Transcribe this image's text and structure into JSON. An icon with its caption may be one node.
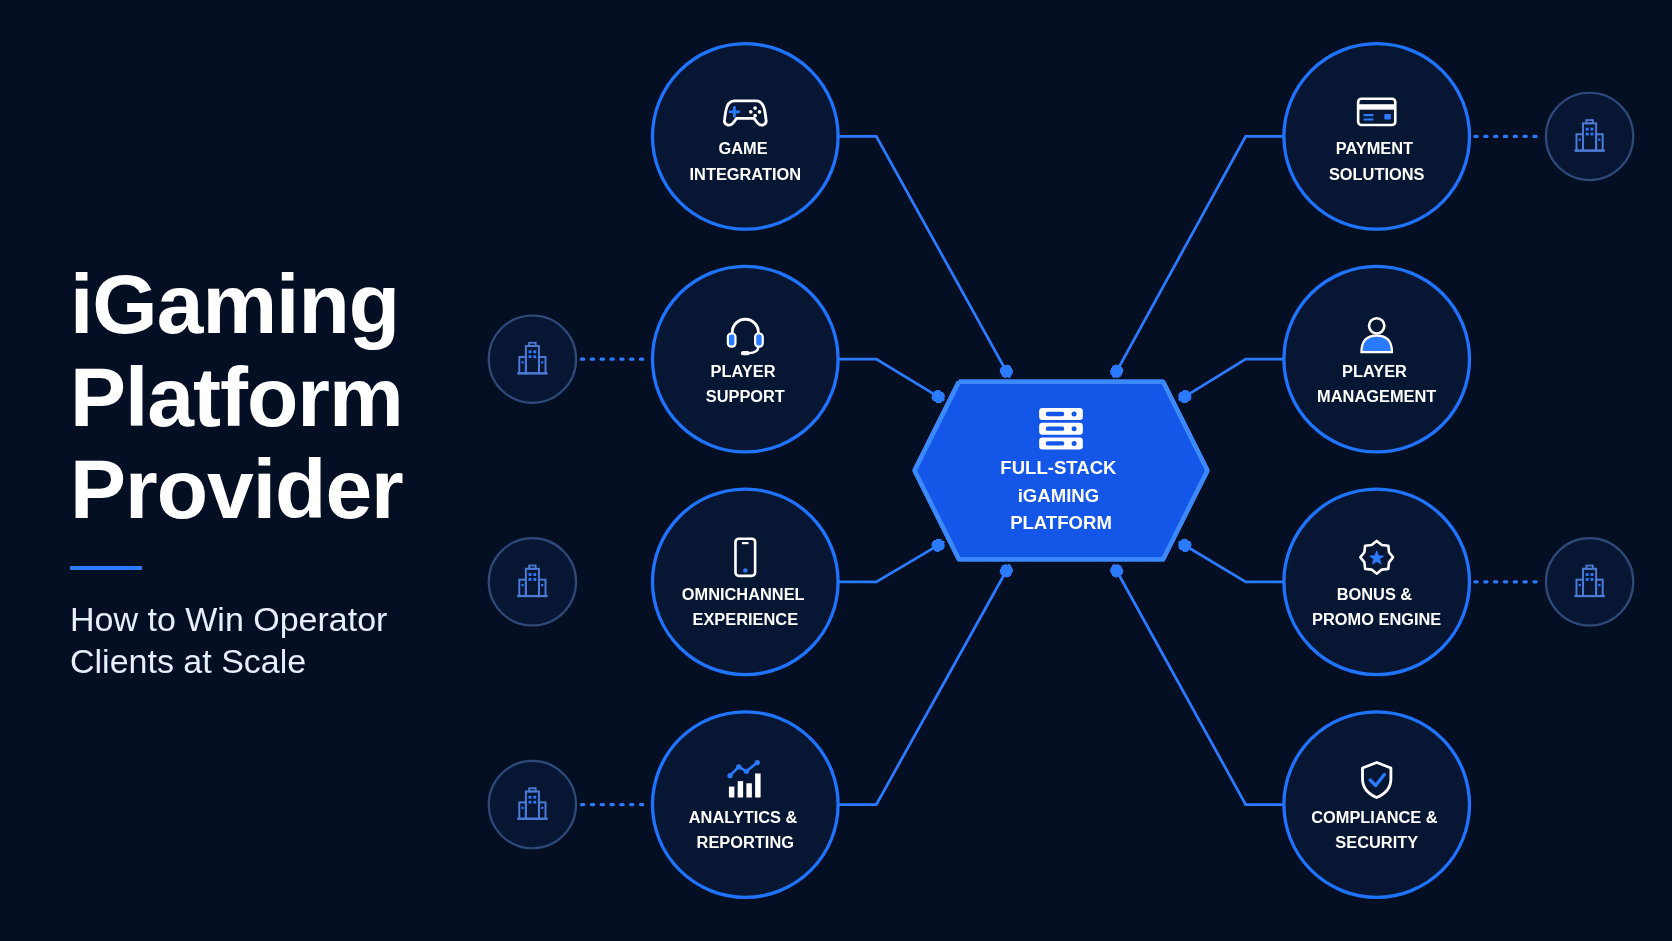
{
  "diagram": {
    "title": "iGaming Platform Provider",
    "nodes": [
      {
        "text": [
          "FULL-STACK iGAMING PLATFORM"
        ]
      },
      {
        "text": [
          "GAME INTEGRATION"
        ]
      },
      {
        "text": [
          "PLAYER SUPPORT"
        ]
      },
      {
        "text": [
          "PAYMENT SOLUTIONS"
        ]
      },
      {
        "text": [
          "OMNICHANNEL EXPERIENCE"
        ]
      },
      {
        "text": [
          "PLAYER MANAGEMENT"
        ]
      },
      {
        "text": [
          "ANALYTICS & REPORTING"
        ]
      },
      {
        "text": [
          "BONUS & PROMO ENGINE"
        ]
      },
      {
        "text": [
          "COMPLIANCE & SECURITY"
        ]
      },
      {
        "text": [],
        "shape": "circle"
      },
      {
        "text": [],
        "shape": "circle"
      },
      {
        "text": [],
        "shape": "circle"
      },
      {
        "text": [],
        "shape": "circle"
      },
      {
        "text": [],
        "shape": "circle"
      }
    ],
    "edges": [
      {
        "from": 1,
        "to": 0,
        "arrow": "other"
      },
      {
        "from": 2,
        "to": 0,
        "arrow": "other"
      },
      {
        "from": 3,
        "to": 0,
        "arrow": "other"
      },
      {
        "from": 4,
        "to": 0,
        "arrow": "other"
      },
      {
        "from": 5,
        "to": 0,
        "arrow": "other"
      },
      {
        "from": 6,
        "to": 0,
        "arrow": "other"
      },
      {
        "from": 7,
        "to": 0,
        "arrow": "other"
      },
      {
        "from": 8,
        "to": 0,
        "arrow": "other"
      },
      {
        "from": 9,
        "to": 2,
        "arrow": "none",
        "style": "dashed"
      },
      {
        "from": 10,
        "to": 3,
        "arrow": "none",
        "style": "dashed"
      },
      {
        "from": 12,
        "to": 6,
        "arrow": "none",
        "style": "dashed"
      },
      {
        "from": 13,
        "to": 7,
        "arrow": "none",
        "style": "dashed"
      }
    ],
    "labels": [
      "How to Win Operator Clients at Scale"
    ]
  }
}
